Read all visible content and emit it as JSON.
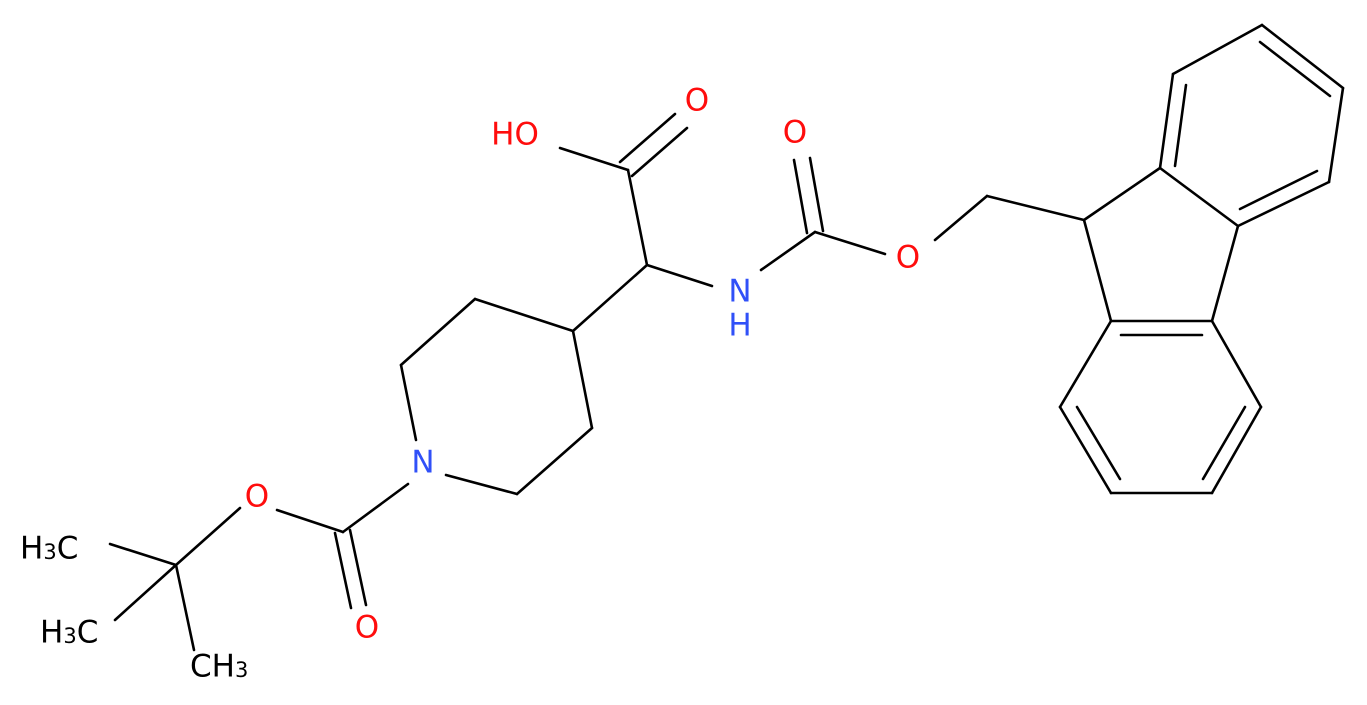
{
  "colors": {
    "bond": "#000000",
    "oxygen": "#ff0d0d",
    "nitrogen": "#3050f8",
    "carbon": "#000000"
  },
  "atoms": {
    "oh": "HO",
    "o_acid": "O",
    "o_fmoc_carbonyl": "O",
    "o_fmoc_ester": "O",
    "nh": {
      "n": "N",
      "h": "H"
    },
    "n_ring": "N",
    "o_boc_ester": "O",
    "o_boc_carbonyl": "O",
    "ch3_top": {
      "h": "H",
      "sub": "3",
      "c": "C"
    },
    "ch3_mid": {
      "h": "H",
      "sub": "3",
      "c": "C"
    },
    "ch3_bottom": {
      "c": "CH",
      "sub": "3"
    }
  }
}
